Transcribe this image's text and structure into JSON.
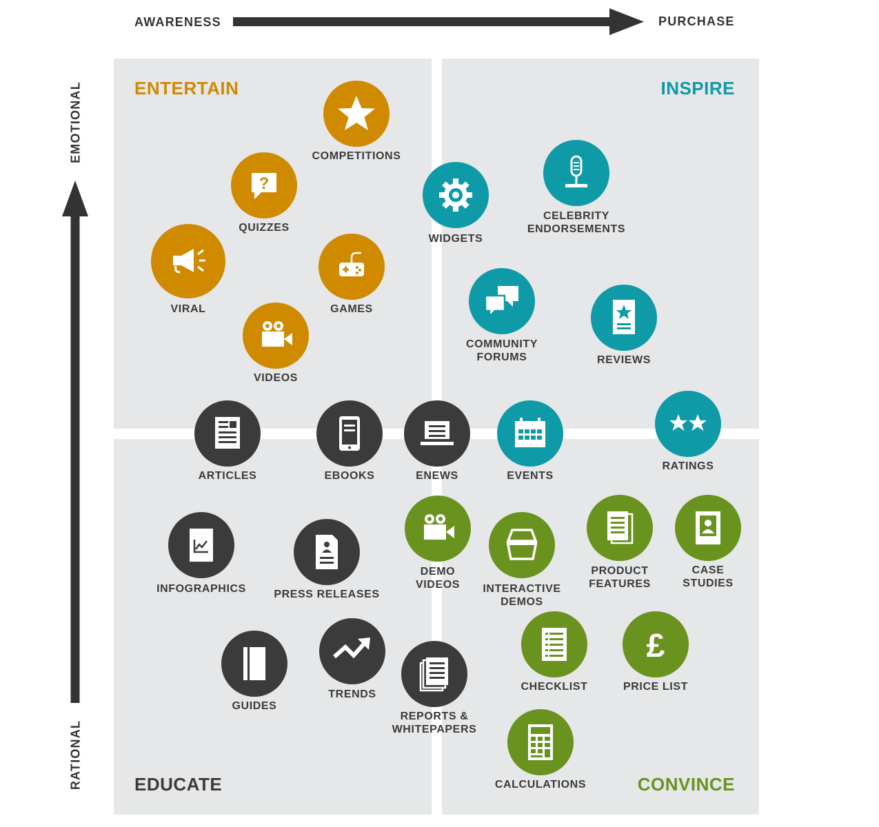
{
  "axes": {
    "left_label": "AWARENESS",
    "right_label": "PURCHASE",
    "top_label": "EMOTIONAL",
    "bottom_label": "RATIONAL"
  },
  "quadrants": {
    "entertain": {
      "title": "ENTERTAIN",
      "color": "#d08a00"
    },
    "inspire": {
      "title": "INSPIRE",
      "color": "#0e9aa7"
    },
    "educate": {
      "title": "EDUCATE",
      "color": "#3b3b3b"
    },
    "convince": {
      "title": "CONVINCE",
      "color": "#69921e"
    }
  },
  "items": [
    {
      "id": "competitions",
      "label": "COMPETITIONS",
      "icon": "star-icon"
    },
    {
      "id": "quizzes",
      "label": "QUIZZES",
      "icon": "question-bubble-icon"
    },
    {
      "id": "viral",
      "label": "VIRAL",
      "icon": "megaphone-icon"
    },
    {
      "id": "games",
      "label": "GAMES",
      "icon": "gamepad-icon"
    },
    {
      "id": "videos",
      "label": "VIDEOS",
      "icon": "video-camera-icon"
    },
    {
      "id": "widgets",
      "label": "WIDGETS",
      "icon": "gear-icon"
    },
    {
      "id": "celebrity",
      "label": "CELEBRITY\nENDORSEMENTS",
      "icon": "microphone-icon"
    },
    {
      "id": "community",
      "label": "COMMUNITY\nFORUMS",
      "icon": "chat-bubbles-icon"
    },
    {
      "id": "reviews",
      "label": "REVIEWS",
      "icon": "review-document-icon"
    },
    {
      "id": "ratings",
      "label": "RATINGS",
      "icon": "two-stars-icon"
    },
    {
      "id": "articles",
      "label": "ARTICLES",
      "icon": "article-icon"
    },
    {
      "id": "ebooks",
      "label": "EBOOKS",
      "icon": "tablet-icon"
    },
    {
      "id": "enews",
      "label": "ENEWS",
      "icon": "laptop-icon"
    },
    {
      "id": "events",
      "label": "EVENTS",
      "icon": "calendar-icon"
    },
    {
      "id": "infographics",
      "label": "INFOGRAPHICS",
      "icon": "chart-document-icon"
    },
    {
      "id": "press",
      "label": "PRESS RELEASES",
      "icon": "press-release-icon"
    },
    {
      "id": "demovideos",
      "label": "DEMO\nVIDEOS",
      "icon": "video-camera-icon"
    },
    {
      "id": "interactive",
      "label": "INTERACTIVE\nDEMOS",
      "icon": "box-icon"
    },
    {
      "id": "product",
      "label": "PRODUCT\nFEATURES",
      "icon": "documents-icon"
    },
    {
      "id": "case",
      "label": "CASE\nSTUDIES",
      "icon": "profile-card-icon"
    },
    {
      "id": "guides",
      "label": "GUIDES",
      "icon": "book-icon"
    },
    {
      "id": "trends",
      "label": "TRENDS",
      "icon": "trend-arrow-icon"
    },
    {
      "id": "reports",
      "label": "REPORTS &\nWHITEPAPERS",
      "icon": "stacked-papers-icon"
    },
    {
      "id": "checklist",
      "label": "CHECKLIST",
      "icon": "checklist-icon"
    },
    {
      "id": "pricelist",
      "label": "PRICE LIST",
      "icon": "pound-icon"
    },
    {
      "id": "calculations",
      "label": "CALCULATIONS",
      "icon": "calculator-icon"
    }
  ]
}
